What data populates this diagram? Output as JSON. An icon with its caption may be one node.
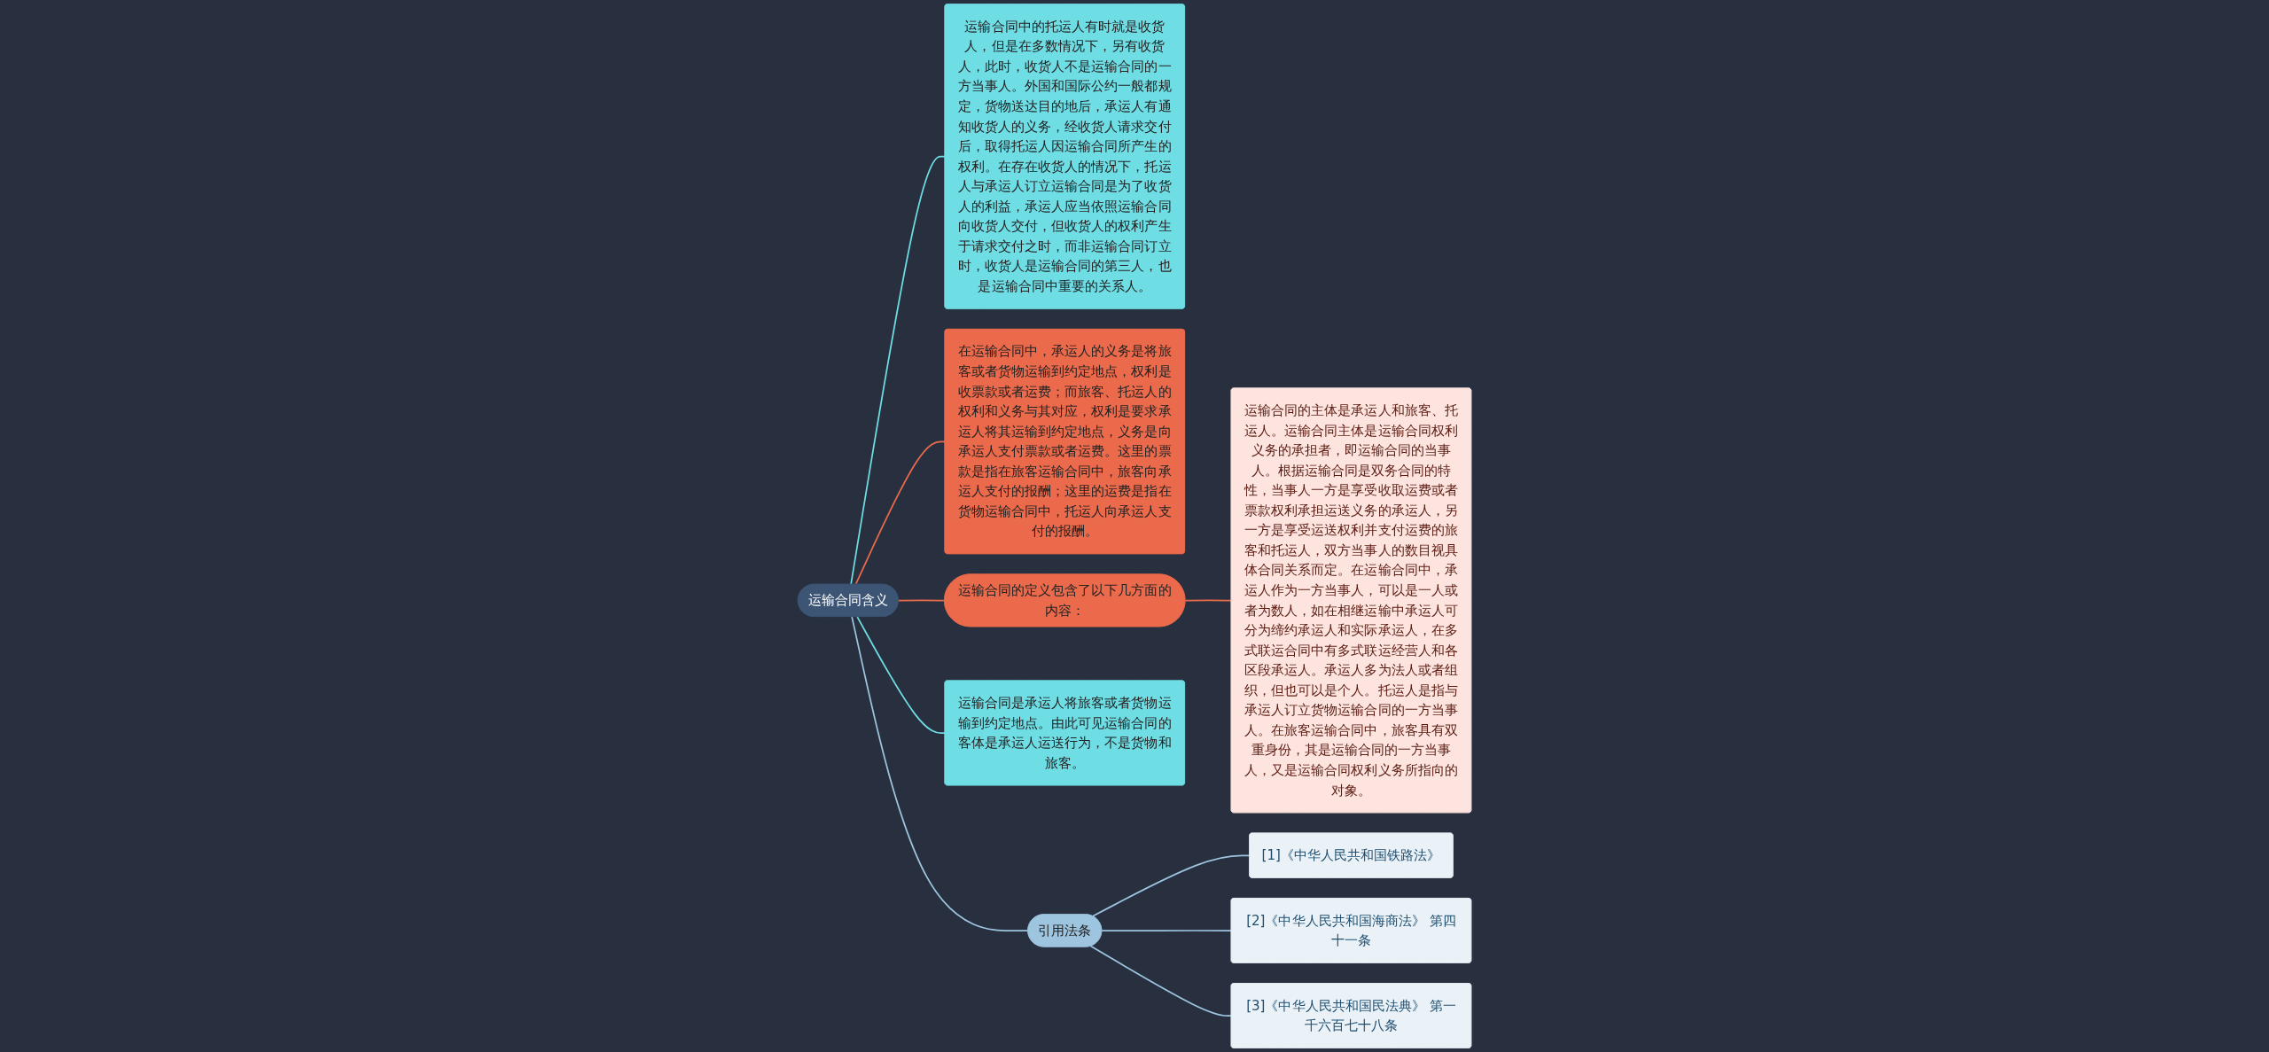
{
  "diagram": {
    "nodes": [
      {
        "text": [
          "运输合同含义"
        ]
      },
      {
        "text": [
          "运输合同中的托运人有时就是收货人，但是在多数情况下，另有收货人，此时，收货人不是运输合同的一方当事人。外国和国际公约一般都规定，货物送达目的地后，承运人有通知收货人的义务，经收货人请求交付后，取得托运人因运输合同所产生的权利。在存在收货人的情况下，托运人与承运人订立运输合同是为了收货人的利益，承运人应当依照运输合同向收货人交付，但收货人的权利产生于请求交付之时，而非运输合同订立时，收货人是运输合同的第三人，也是运输合同中重要的关系人。"
        ]
      },
      {
        "text": [
          "在运输合同中，承运人的义务是将旅客或者货物运输到约定地点，权利是收票款或者运费；而旅客、托运人的权利和义务与其对应，权利是要求承运人将其运输到约定地点，义务是向承运人支付票款或者运费。这里的票款是指在旅客运输合同中，旅客向承运人支付的报酬；这里的运费是指在货物运输合同中，托运人向承运人支付的报酬。"
        ]
      },
      {
        "text": [
          "运输合同的定义包含了以下几方面的内容："
        ]
      },
      {
        "text": [
          "运输合同的主体是承运人和旅客、托运人。运输合同主体是运输合同权利义务的承担者，即运输合同的当事人。根据运输合同是双务合同的特性，当事人一方是享受收取运费或者票款权利承担运送义务的承运人，另一方是享受运送权利并支付运费的旅客和托运人，双方当事人的数目视具体合同关系而定。在运输合同中，承运人作为一方当事人，可以是一人或者为数人，如在相继运输中承运人可分为缔约承运人和实际承运人，在多式联运合同中有多式联运经营人和各区段承运人。承运人多为法人或者组织，但也可以是个人。托运人是指与承运人订立货物运输合同的一方当事人。在旅客运输合同中，旅客具有双重身份，其是运输合同的一方当事人，又是运输合同权利义务所指向的对象。"
        ]
      },
      {
        "text": [
          "运输合同是承运人将旅客或者货物运输到约定地点。由此可见运输合同的客体是承运人运送行为，不是货物和旅客。"
        ]
      },
      {
        "text": [
          "引用法条"
        ]
      },
      {
        "text": [
          "[1]《中华人民共和国铁路法》"
        ]
      },
      {
        "text": [
          "[2]《中华人民共和国海商法》 第四十一条"
        ]
      },
      {
        "text": [
          "[3]《中华人民共和国民法典》 第一千六百七十八条"
        ]
      }
    ],
    "edges": [
      {
        "from": 0,
        "to": 1,
        "arrow": "none",
        "color": "#6fdde4"
      },
      {
        "from": 0,
        "to": 2,
        "arrow": "none",
        "color": "#ec6a4c"
      },
      {
        "from": 0,
        "to": 3,
        "arrow": "none",
        "color": "#ec6a4c"
      },
      {
        "from": 3,
        "to": 4,
        "arrow": "none",
        "color": "#ec6a4c"
      },
      {
        "from": 0,
        "to": 5,
        "arrow": "none",
        "color": "#6fdde4"
      },
      {
        "from": 0,
        "to": 6,
        "arrow": "none"
      },
      {
        "from": 6,
        "to": 7,
        "arrow": "none"
      },
      {
        "from": 6,
        "to": 8,
        "arrow": "none"
      },
      {
        "from": 6,
        "to": 9,
        "arrow": "none"
      }
    ]
  }
}
